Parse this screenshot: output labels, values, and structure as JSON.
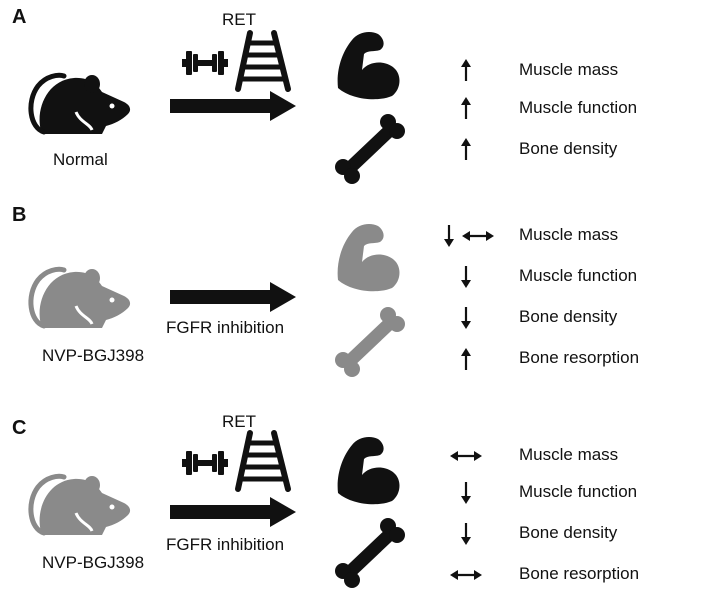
{
  "colors": {
    "dark": "#111111",
    "grey": "#8a8a8a"
  },
  "panels": [
    {
      "letter": "A",
      "intervention": "RET",
      "mouse_label": "Normal",
      "arrow_label": "",
      "effects": [
        {
          "icon": "up-arrow",
          "label": "Muscle mass"
        },
        {
          "icon": "up-arrow",
          "label": "Muscle function"
        },
        {
          "icon": "up-arrow",
          "label": "Bone density"
        }
      ]
    },
    {
      "letter": "B",
      "intervention": "",
      "mouse_label": "NVP-BGJ398",
      "arrow_label": "FGFR inhibition",
      "effects": [
        {
          "icon": "down-and-horizontal-arrow",
          "label": "Muscle mass"
        },
        {
          "icon": "down-arrow",
          "label": "Muscle function"
        },
        {
          "icon": "down-arrow",
          "label": "Bone density"
        },
        {
          "icon": "up-arrow",
          "label": "Bone resorption"
        }
      ]
    },
    {
      "letter": "C",
      "intervention": "RET",
      "mouse_label": "NVP-BGJ398",
      "arrow_label": "FGFR inhibition",
      "effects": [
        {
          "icon": "horizontal-arrow",
          "label": "Muscle mass"
        },
        {
          "icon": "down-arrow",
          "label": "Muscle function"
        },
        {
          "icon": "down-arrow",
          "label": "Bone density"
        },
        {
          "icon": "horizontal-arrow",
          "label": "Bone resorption"
        }
      ]
    }
  ]
}
